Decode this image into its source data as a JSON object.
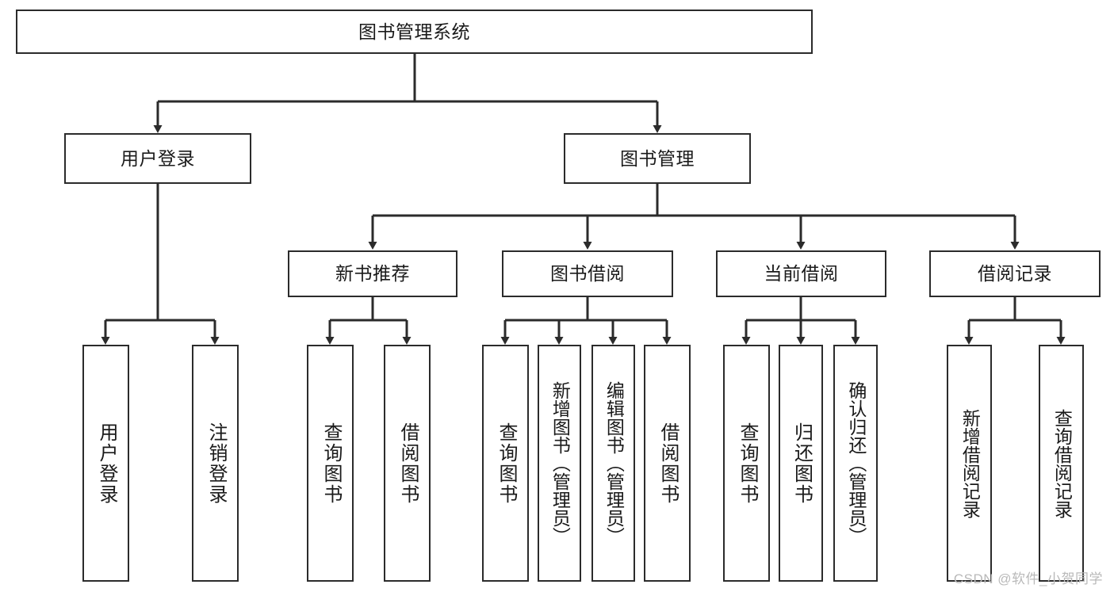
{
  "diagram": {
    "type": "tree-hierarchy-chart",
    "title": "图书管理系统",
    "orientation": "top-down",
    "colors": {
      "box_border": "#2b2b2b",
      "box_fill": "#ffffff",
      "connector": "#2b2b2b",
      "text": "#1a1a1a",
      "watermark": "#b9b9b9",
      "background": "#ffffff"
    },
    "root": {
      "id": "root",
      "label": "图书管理系统",
      "text_direction": "horizontal"
    },
    "level2": [
      {
        "id": "user-login",
        "label": "用户登录",
        "text_direction": "horizontal"
      },
      {
        "id": "book-manage",
        "label": "图书管理",
        "text_direction": "horizontal"
      }
    ],
    "level3": [
      {
        "id": "new-book-recommend",
        "label": "新书推荐",
        "text_direction": "horizontal",
        "parent": "book-manage"
      },
      {
        "id": "book-borrow",
        "label": "图书借阅",
        "text_direction": "horizontal",
        "parent": "book-manage"
      },
      {
        "id": "current-borrow",
        "label": "当前借阅",
        "text_direction": "horizontal",
        "parent": "book-manage"
      },
      {
        "id": "borrow-record",
        "label": "借阅记录",
        "text_direction": "horizontal",
        "parent": "book-manage"
      }
    ],
    "leaves": [
      {
        "id": "leaf-user-login",
        "label": "用户登录",
        "parent": "user-login",
        "text_direction": "vertical"
      },
      {
        "id": "leaf-user-logout",
        "label": "注销登录",
        "parent": "user-login",
        "text_direction": "vertical"
      },
      {
        "id": "leaf-query-book-1",
        "label": "查询图书",
        "parent": "new-book-recommend",
        "text_direction": "vertical"
      },
      {
        "id": "leaf-borrow-book-1",
        "label": "借阅图书",
        "parent": "new-book-recommend",
        "text_direction": "vertical"
      },
      {
        "id": "leaf-query-book-2",
        "label": "查询图书",
        "parent": "book-borrow",
        "text_direction": "vertical"
      },
      {
        "id": "leaf-add-book",
        "label": "新增图书（管理员）",
        "parent": "book-borrow",
        "text_direction": "vertical"
      },
      {
        "id": "leaf-edit-book",
        "label": "编辑图书（管理员）",
        "parent": "book-borrow",
        "text_direction": "vertical"
      },
      {
        "id": "leaf-borrow-book-2",
        "label": "借阅图书",
        "parent": "book-borrow",
        "text_direction": "vertical"
      },
      {
        "id": "leaf-query-book-3",
        "label": "查询图书",
        "parent": "current-borrow",
        "text_direction": "vertical"
      },
      {
        "id": "leaf-return-book",
        "label": "归还图书",
        "parent": "current-borrow",
        "text_direction": "vertical"
      },
      {
        "id": "leaf-confirm-return",
        "label": "确认归还（管理员）",
        "parent": "current-borrow",
        "text_direction": "vertical"
      },
      {
        "id": "leaf-add-record",
        "label": "新增借阅记录",
        "parent": "borrow-record",
        "text_direction": "vertical"
      },
      {
        "id": "leaf-query-record",
        "label": "查询借阅记录",
        "parent": "borrow-record",
        "text_direction": "vertical"
      }
    ]
  },
  "watermark": {
    "text": "CSDN @软件_小贺同学"
  }
}
